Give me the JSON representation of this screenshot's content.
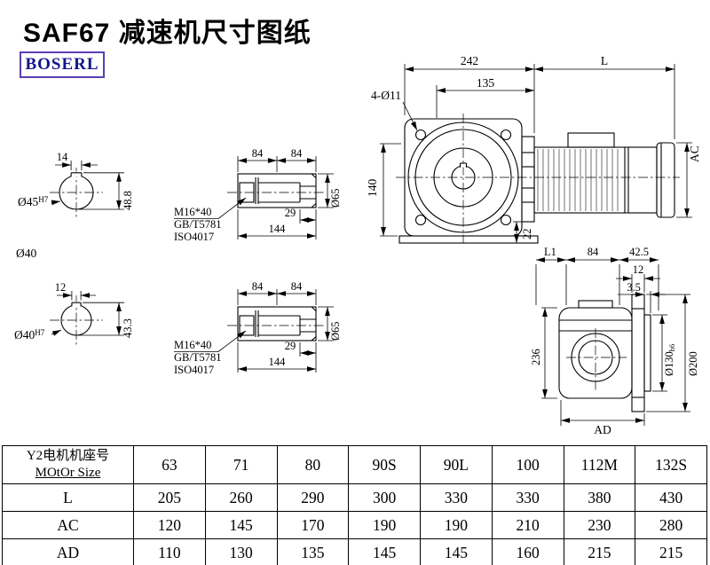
{
  "title": "SAF67 减速机尺寸图纸",
  "logo": "BOSERL",
  "drawing": {
    "front_view": {
      "dim_242": "242",
      "dim_L": "L",
      "dim_135": "135",
      "holes": "4-Ø11",
      "dim_140": "140",
      "dim_22": "22",
      "dim_AC": "AC"
    },
    "section_top": {
      "dim_14": "14",
      "dim_48_8": "48.8",
      "label_bore": "Ø45",
      "label_bore_tol": "H7"
    },
    "label_shaft": "Ø40",
    "section_bottom": {
      "dim_12": "12",
      "dim_43_3": "43.3",
      "label_bore": "Ø40",
      "label_bore_tol": "H7"
    },
    "shaft_top": {
      "dim_84a": "84",
      "dim_84b": "84",
      "dim_29": "29",
      "dim_144": "144",
      "dim_d65": "Ø65",
      "bolt_line1": "M16*40",
      "bolt_line2": "GB/T5781",
      "bolt_line3": "ISO4017"
    },
    "shaft_bottom": {
      "dim_84a": "84",
      "dim_84b": "84",
      "dim_29": "29",
      "dim_144": "144",
      "dim_d65": "Ø65",
      "bolt_line1": "M16*40",
      "bolt_line2": "GB/T5781",
      "bolt_line3": "ISO4017"
    },
    "side_view": {
      "dim_L1": "L1",
      "dim_84": "84",
      "dim_42_5": "42.5",
      "dim_12": "12",
      "dim_3_5": "3.5",
      "dim_236": "236",
      "dim_d130": "Ø130",
      "dim_d130_tol": "h6",
      "dim_d200": "Ø200",
      "dim_AD": "AD"
    }
  },
  "table": {
    "row_labels": {
      "motor_cn": "Y2电机机座号",
      "motor_en": "MOtOr Size"
    },
    "motor_sizes": [
      "63",
      "71",
      "80",
      "90S",
      "90L",
      "100",
      "112M",
      "132S"
    ],
    "rows": [
      {
        "label": "L",
        "values": [
          "205",
          "260",
          "290",
          "300",
          "330",
          "330",
          "380",
          "430"
        ]
      },
      {
        "label": "AC",
        "values": [
          "120",
          "145",
          "170",
          "190",
          "190",
          "210",
          "230",
          "280"
        ]
      },
      {
        "label": "AD",
        "values": [
          "110",
          "130",
          "135",
          "145",
          "145",
          "160",
          "215",
          "215"
        ]
      }
    ]
  }
}
